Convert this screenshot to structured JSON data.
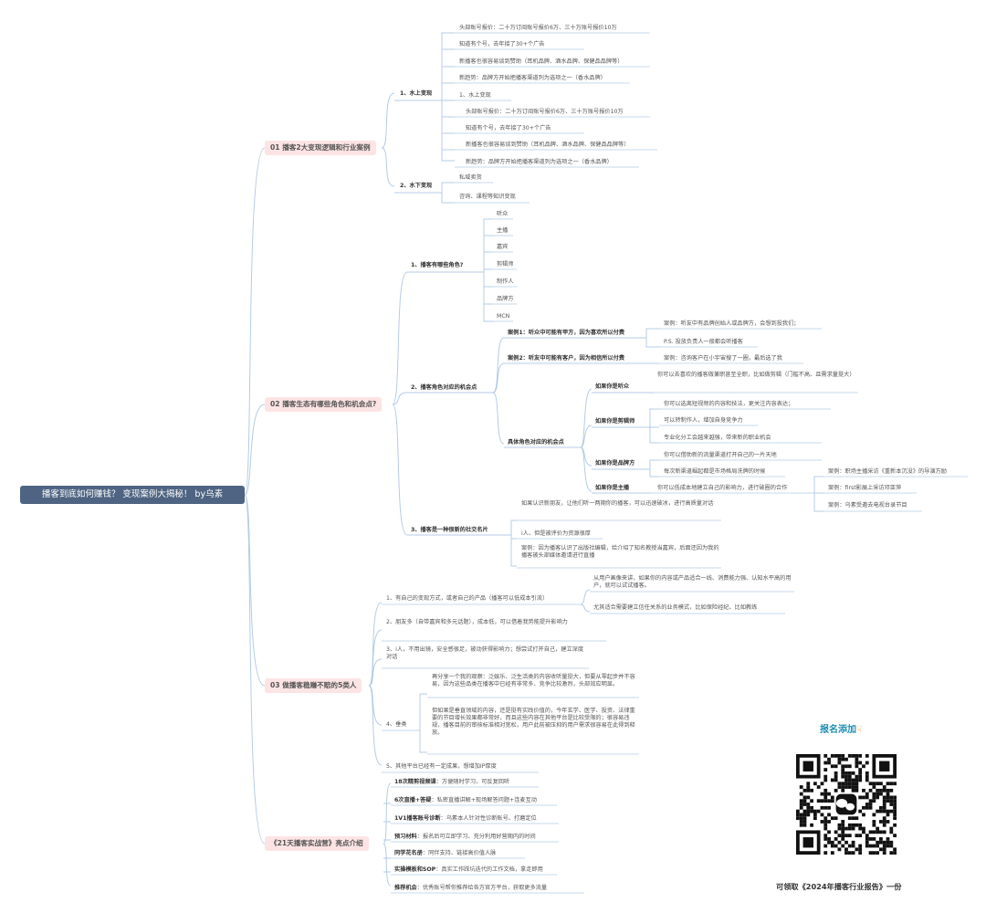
{
  "root": "播客到底如何赚钱？ 变现案例大揭秘！ by乌素",
  "sections": [
    {
      "label": "01 播客2大变现逻辑和行业案例",
      "groups": [
        {
          "label": "1、水上变现",
          "items": [
            "头部账号报价：二十万订阅账号报价6万、三十万账号报价10万",
            "知道有个号，去年接了30+个广告",
            "新播客也很容易谈到赞助（耳机品牌、酒水品牌、保健品品牌等）",
            "新趋势：品牌方开始把播客渠道列为选项之一（香水品牌）",
            "1、水上变现",
            "头部账号报价：二十万订阅账号报价6万、三十万账号报价10万",
            "知道有个号，去年接了30+个广告",
            "新播客也很容易谈到赞助（耳机品牌、酒水品牌、保健品品牌等）",
            "新趋势：品牌方开始把播客渠道列为选项之一（香水品牌）"
          ]
        },
        {
          "label": "2、水下变现",
          "items": [
            "私域卖货",
            "咨询、课程等知识变现"
          ]
        }
      ]
    },
    {
      "label": "02 播客生态有哪些角色和机会点?",
      "roles": {
        "label": "1、播客有哪些角色?",
        "items": [
          "听众",
          "主播",
          "嘉宾",
          "剪辑师",
          "制作人",
          "品牌方",
          "MCN"
        ]
      },
      "chances": {
        "label": "2、播客角色对应的机会点",
        "case1": {
          "label": "案例1：听众中可能有甲方，因为喜欢所以付费",
          "items": [
            "案例：听友中有品牌创始人或品牌方，会想到投我们；",
            "P.S. 投放负责人一般都会听播客"
          ]
        },
        "case2": {
          "label": "案例2：听友中可能有客户，因为相信所以付费",
          "items": [
            "案例：咨询客户在小宇宙搜了一圈，最后选了我"
          ]
        },
        "specific": {
          "label": "具体角色对应的机会点",
          "listener": {
            "label": "如果你是听众",
            "items": [
              "你可以去喜欢的播客做兼职甚至全职，比如做剪辑（门槛不高、且需求量挺大）"
            ]
          },
          "editor": {
            "label": "如果你是剪辑师",
            "items": [
              "你可以选离短视频的内容和技法，更关注内容表达；",
              "可以转制作人，增加自身竞争力",
              "专业化分工会越来越强，带来新的职业机会"
            ]
          },
          "brand": {
            "label": "如果你是品牌方",
            "items": [
              "你可以借助新的流量渠道打开自己的一片天地",
              "每次新渠道崛起都是市场格局洗牌的时候"
            ]
          },
          "host": {
            "label": "如果你是主播",
            "text": "你可以低成本地建立自己的影响力，进行破圈的合作",
            "cases": [
              "案例：职场主播采访《重新本沉没》的导演方励",
              "案例：first影展上采访邓亚萍",
              "案例：乌素受邀去电视台录节目"
            ]
          }
        }
      },
      "social": {
        "label": "3、播客是一种很新的社交名片",
        "items": [
          "如果认识新朋友，让他们听一两期你的播客，可以迅速破冰，进行高质量对话",
          "i人、但是被评价为资源很厚",
          "案例：因为播客认识了出版社编辑，给介绍了知名教授当嘉宾，后面还因为我的播客被头部媒体邀请进行直播"
        ]
      }
    },
    {
      "label": "03 做播客稳赚不赔的5类人",
      "items": [
        "1、有自己的变现方式，或者自己的产品（播客可以低成本引流）",
        "2、朋友多（自带嘉宾和多元话题），成本低，可以借着我势能提升影响力",
        "3、i人，不用出镜，安全感很足，被动获得影响力；想尝试打开自己，建立深度对话",
        "4、垂类",
        "5、其他平台已经有一定成果，想增加IP厚度"
      ],
      "item1_subs": [
        "从用户画像来讲，如果你的内容或产品适合一线、消费能力强、认知水平高的用户，就可以试试播客。",
        "尤其适合需要建立信任关系的业务模式，比如保险经纪、比如教练"
      ],
      "item4_subs": [
        "再分享一个我的观察：泛娱乐、泛生活类的内容收听量挺大，但要从零起步并不容易，因为这些品类在播客中已经有非常多、竞争比较激烈，头部效应明显。",
        "但如果是垂直领域的内容，还是挺有实践价值的，今年玄学、医学、投资、法律重要的节目增长效果都非常好，而且这些内容在其他平台是比较受限的；很容易违规，播客目前的审核标准相对宽松，用户此前被压抑的用户需求很容易在此得到释放。"
      ]
    },
    {
      "label": "《21天播客实战营》亮点介绍",
      "highlights": [
        {
          "k": "18次精剪视频课",
          "v": "：方便随时学习、可反复回听"
        },
        {
          "k": "6次直播+答疑",
          "v": "：私密直播讲解+现场解答问题+连麦互动"
        },
        {
          "k": "1V1播客账号诊断",
          "v": "：乌素本人针对性诊断账号、打磨定位"
        },
        {
          "k": "预习材料",
          "v": "：报名后可立即学习、充分利用好营期内的时间"
        },
        {
          "k": "同学花名册",
          "v": "：同伴支持、链接高价值人脉"
        },
        {
          "k": "实操模板和SOP",
          "v": "：真实工作踩坑迭代的工作文档，拿走即用"
        },
        {
          "k": "推荐机会",
          "v": "：优秀账号帮你推荐给各方官方平台，获取更多流量"
        }
      ]
    }
  ],
  "promo": {
    "title": "报名添加",
    "pointer_icon": "hand-pointer-icon",
    "caption": "可领取《2024年播客行业报告》一份"
  },
  "colors": {
    "root_bg": "#4e6482",
    "level1_bg": "#fde4e4",
    "edge": "#b4cce6",
    "promo_title": "#1f8fb3"
  }
}
